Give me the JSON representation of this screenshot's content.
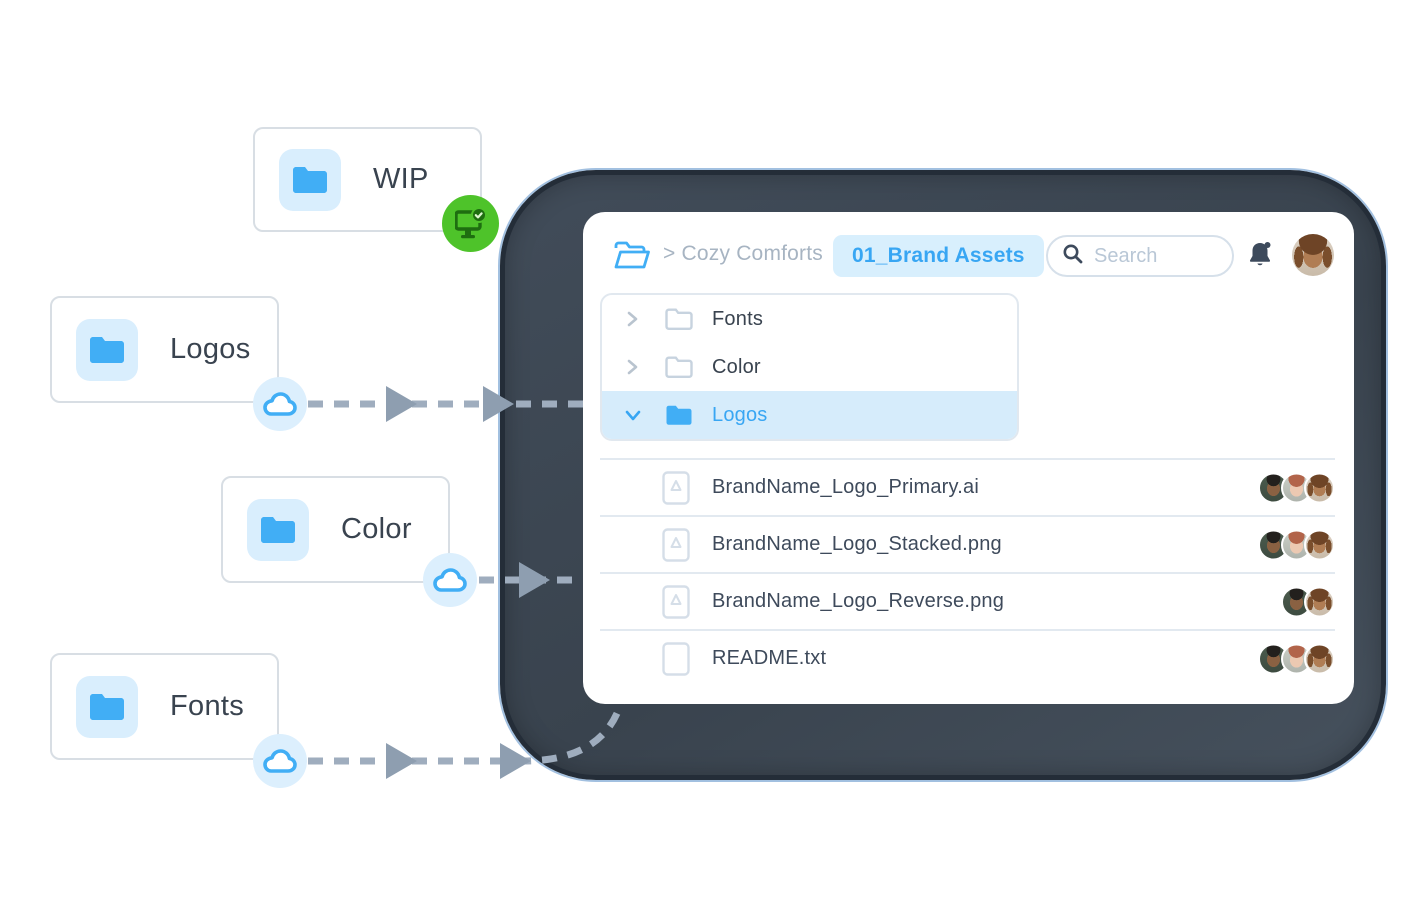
{
  "palette": {
    "accent_blue": "#41AEF5",
    "accent_blue_text": "#38A6F3",
    "light_blue_bg": "#D9EEFD",
    "selected_row_bg": "#D6ECFB",
    "card_border": "#D8DEE4",
    "muted_breadcrumb": "#A7B4C2",
    "dark_text": "#39434F",
    "tree_outline_gray": "#C7D3DF",
    "divider": "#E2E9F0",
    "arrow_gray": "#9FADBE",
    "bezel_slate": "#3E4A56",
    "green_badge": "#4EC32A",
    "green_badge_glyph": "#1E6E10"
  },
  "diagram": {
    "cards": [
      {
        "label": "WIP",
        "badge": "desktop-synced-badge"
      },
      {
        "label": "Logos",
        "badge": "cloud-sync-badge"
      },
      {
        "label": "Color",
        "badge": "cloud-sync-badge"
      },
      {
        "label": "Fonts",
        "badge": "cloud-sync-badge"
      }
    ]
  },
  "device": {
    "breadcrumb": {
      "separator": ">",
      "root": "Cozy Comforts",
      "current": "01_Brand Assets"
    },
    "search": {
      "placeholder": "Search"
    },
    "notifications": {
      "has_unread_dot": true
    },
    "tree": [
      {
        "label": "Fonts",
        "expanded": false,
        "selected": false
      },
      {
        "label": "Color",
        "expanded": false,
        "selected": false
      },
      {
        "label": "Logos",
        "expanded": true,
        "selected": true
      }
    ],
    "files": [
      {
        "name": "BrandName_Logo_Primary.ai",
        "icon": "image-file-icon",
        "collaborators": [
          "man",
          "redhead-woman",
          "brunette-woman"
        ]
      },
      {
        "name": "BrandName_Logo_Stacked.png",
        "icon": "image-file-icon",
        "collaborators": [
          "man",
          "redhead-woman",
          "brunette-woman"
        ]
      },
      {
        "name": "BrandName_Logo_Reverse.png",
        "icon": "image-file-icon",
        "collaborators": [
          "man",
          "brunette-woman"
        ]
      },
      {
        "name": "README.txt",
        "icon": "text-file-icon",
        "collaborators": [
          "man",
          "redhead-woman",
          "brunette-woman"
        ]
      }
    ],
    "user_avatar": "brunette-woman"
  }
}
